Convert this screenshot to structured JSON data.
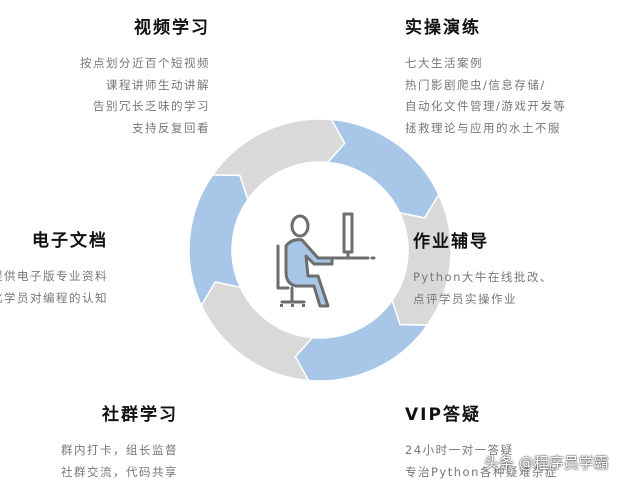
{
  "colors": {
    "blue": "#a7c6e8",
    "gray": "#d9d9d9",
    "icon_stroke": "#6d6d6d",
    "icon_fill": "#a7c6e8"
  },
  "center_icon": "person-at-computer-icon",
  "sections": {
    "video": {
      "title": "视频学习",
      "lines": [
        "按点划分近百个短视频",
        "课程讲师生动讲解",
        "告别冗长乏味的学习",
        "支持反复回看"
      ]
    },
    "practice": {
      "title": "实操演练",
      "lines": [
        "七大生活案例",
        "热门影剧爬虫/信息存储/",
        "自动化文件管理/游戏开发等",
        "拯救理论与应用的水土不服"
      ]
    },
    "docs": {
      "title": "电子文档",
      "lines": [
        "提供电子版专业资料",
        "强化学员对编程的认知"
      ]
    },
    "homework": {
      "title": "作业辅导",
      "lines": [
        "Python大牛在线批改、",
        "点评学员实操作业"
      ]
    },
    "community": {
      "title": "社群学习",
      "lines": [
        "群内打卡，组长监督",
        "社群交流，代码共享"
      ]
    },
    "vip": {
      "title": "VIP答疑",
      "lines": [
        "24小时一对一答疑",
        "专治Python各种疑难杂症"
      ]
    }
  },
  "watermark": "头条 @程序员学霸"
}
